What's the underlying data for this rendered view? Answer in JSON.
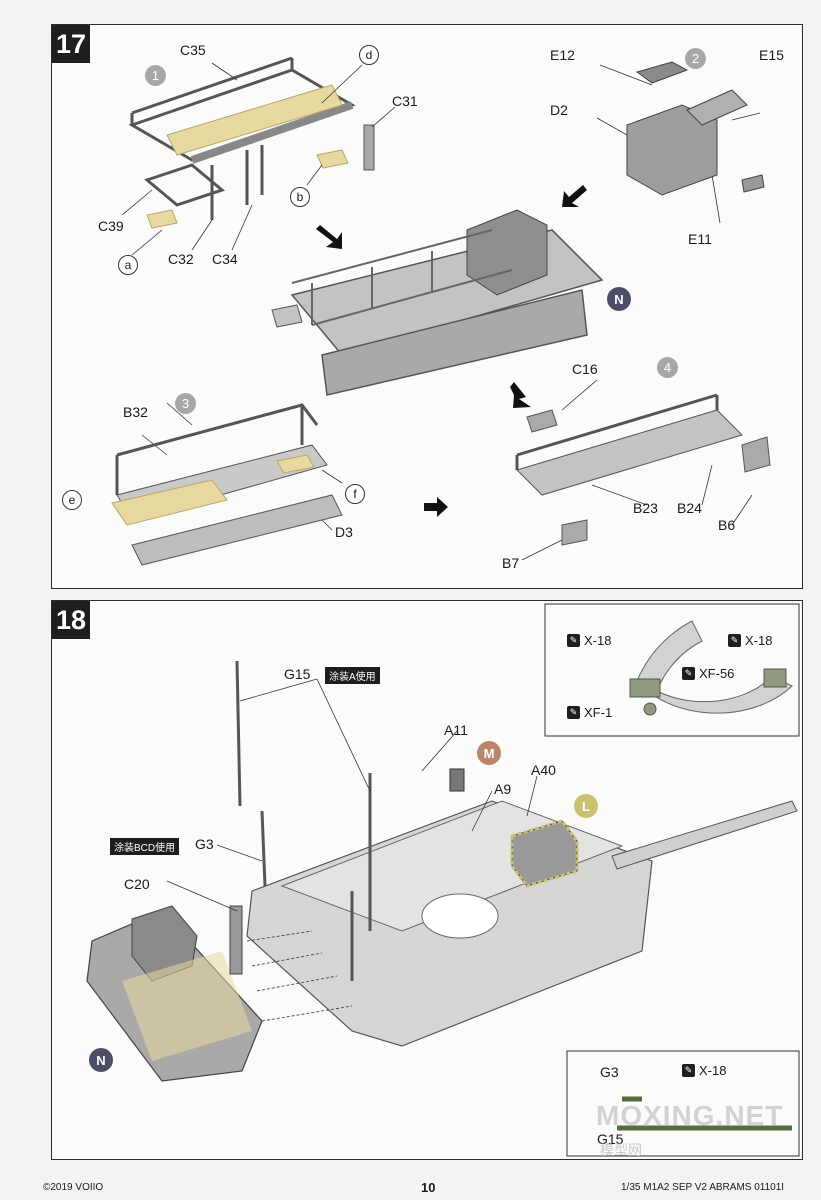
{
  "step17": {
    "number": "17",
    "subs": [
      "1",
      "2",
      "3",
      "4"
    ],
    "parts": [
      "C35",
      "C31",
      "C39",
      "C32",
      "C34",
      "E12",
      "E15",
      "D2",
      "E11",
      "B32",
      "D3",
      "C16",
      "B23",
      "B24",
      "B6",
      "B7"
    ],
    "etch_letters": [
      "d",
      "b",
      "a",
      "e",
      "f"
    ],
    "subassembly": "N"
  },
  "step18": {
    "number": "18",
    "g15_label": "G15",
    "g15_tag": "涂装A使用",
    "g3_tag": "涂装BCD使用",
    "g3_label": "G3",
    "c20_label": "C20",
    "a11_label": "A11",
    "a9_label": "A9",
    "a40_label": "A40",
    "badge_m": "M",
    "badge_l": "L",
    "badge_n": "N",
    "paint_inset": {
      "x18_a": "X-18",
      "x18_b": "X-18",
      "xf56": "XF-56",
      "xf1": "XF-1"
    },
    "antenna_inset": {
      "g3": "G3",
      "x18": "X-18",
      "g15": "G15"
    }
  },
  "watermark": {
    "main": "MOXING.NET",
    "sub": "模型网"
  },
  "footer": {
    "copyright": "©2019 VOIIO",
    "page": "10",
    "product": "1/35 M1A2 SEP V2 ABRAMS 01101I"
  },
  "colors": {
    "plastic": "#b8b8b6",
    "etch": "#e8d9a0",
    "badge_m": "#b8876a",
    "badge_l": "#c9c072",
    "badge_n": "#4a4f66",
    "sub": "#a7a7a7"
  }
}
